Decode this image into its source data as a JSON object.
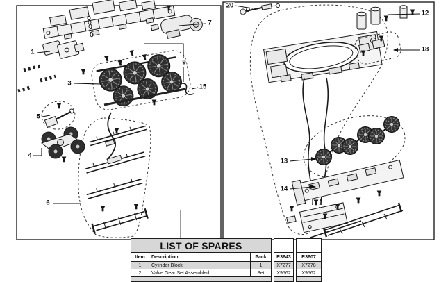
{
  "diagram": {
    "callouts": [
      {
        "label": "1"
      },
      {
        "label": "3"
      },
      {
        "label": "5"
      },
      {
        "label": "4"
      },
      {
        "label": "6"
      },
      {
        "label": "7"
      },
      {
        "label": "9"
      },
      {
        "label": "15"
      },
      {
        "label": "20"
      },
      {
        "label": "12"
      },
      {
        "label": "18"
      },
      {
        "label": "13"
      },
      {
        "label": "14"
      }
    ]
  },
  "spares_table": {
    "title": "LIST OF SPARES",
    "columns": [
      "Item",
      "Description",
      "Pack",
      "R3643",
      "R3607"
    ],
    "rows": [
      {
        "item": "1",
        "description": "Cylinder Block",
        "pack": "1",
        "r3643": "X7277",
        "r3607": "X7278"
      },
      {
        "item": "2",
        "description": "Valve Gear Set Assembled",
        "pack": "Set",
        "r3643": "X9562",
        "r3607": "X9562"
      }
    ]
  },
  "colors": {
    "line_art": "#1a1a1a",
    "table_highlight": "#d7d7d7",
    "dashed_outline": "#333333"
  }
}
